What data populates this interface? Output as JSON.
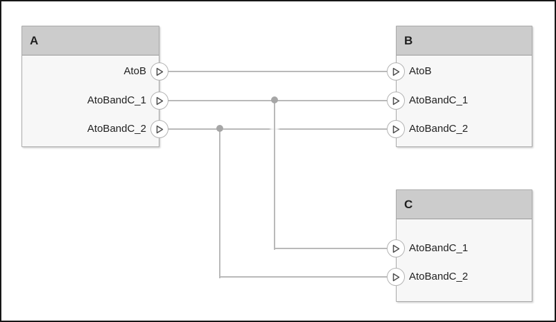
{
  "diagram": {
    "colors": {
      "frame": "#161616",
      "canvas_bg": "#ffffff",
      "header_bg": "#cccccc",
      "component_bg": "#f7f7f7",
      "component_border": "#a9a9a9",
      "wire": "#b9b9b9",
      "junction_dot": "#a6a6a6",
      "port_circle_border": "#b3b3b3",
      "port_arrow": "#4d4d4d",
      "text": "#1f1f1f"
    },
    "components": [
      {
        "id": "A",
        "title": "A",
        "port_side": "right",
        "ports": [
          {
            "label": "AtoB",
            "direction": "out"
          },
          {
            "label": "AtoBandC_1",
            "direction": "out"
          },
          {
            "label": "AtoBandC_2",
            "direction": "out"
          }
        ]
      },
      {
        "id": "B",
        "title": "B",
        "port_side": "left",
        "ports": [
          {
            "label": "AtoB",
            "direction": "in"
          },
          {
            "label": "AtoBandC_1",
            "direction": "in"
          },
          {
            "label": "AtoBandC_2",
            "direction": "in"
          }
        ]
      },
      {
        "id": "C",
        "title": "C",
        "port_side": "left",
        "ports": [
          {
            "label": "AtoBandC_1",
            "direction": "in"
          },
          {
            "label": "AtoBandC_2",
            "direction": "in"
          }
        ]
      }
    ],
    "connections": [
      {
        "from": "A.AtoB",
        "to": [
          "B.AtoB"
        ]
      },
      {
        "from": "A.AtoBandC_1",
        "to": [
          "B.AtoBandC_1",
          "C.AtoBandC_1"
        ],
        "branch_point": true
      },
      {
        "from": "A.AtoBandC_2",
        "to": [
          "B.AtoBandC_2",
          "C.AtoBandC_2"
        ],
        "branch_point": true
      }
    ]
  }
}
